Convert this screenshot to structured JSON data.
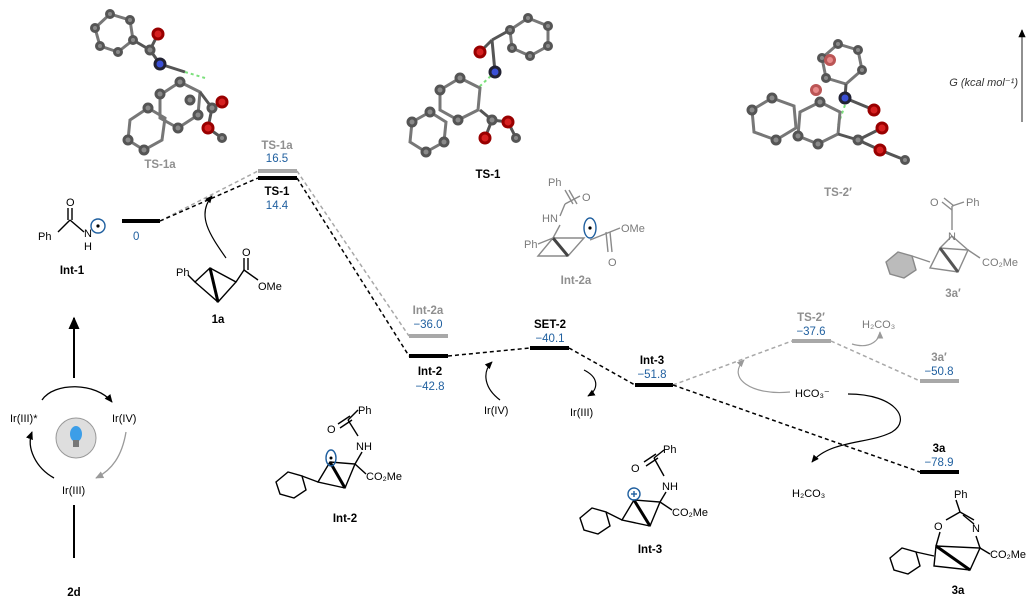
{
  "axis": {
    "label": "G (kcal mol⁻¹)"
  },
  "levels": {
    "int1": {
      "value": "0"
    },
    "ts1a": {
      "name": "TS-1a",
      "value": "16.5"
    },
    "ts1": {
      "name": "TS-1",
      "value": "14.4"
    },
    "int2a": {
      "name": "Int-2a",
      "value": "−36.0"
    },
    "int2": {
      "name": "Int-2",
      "value": "−42.8"
    },
    "set2": {
      "name": "SET-2",
      "value": "−40.1"
    },
    "int3": {
      "name": "Int-3",
      "value": "−51.8"
    },
    "ts2p": {
      "name": "TS-2′",
      "value": "−37.6"
    },
    "a3p": {
      "name": "3a′",
      "value": "−50.8"
    },
    "a3": {
      "name": "3a",
      "value": "−78.9"
    }
  },
  "captions": {
    "ts1a_struct": "TS-1a",
    "ts1_struct": "TS-1",
    "ts2p_struct": "TS-2′",
    "int1": "Int-1",
    "sub1a": "1a",
    "int2a": "Int-2a",
    "int2": "Int-2",
    "int3": "Int-3",
    "a3p": "3a′",
    "a3": "3a",
    "cat2d": "2d"
  },
  "reagents": {
    "ir4_set": "Ir(IV)",
    "ir3_set": "Ir(III)",
    "hco3": "HCO₃⁻",
    "h2co3_upper": "H₂CO₃",
    "h2co3_lower": "H₂CO₃"
  },
  "cycle": {
    "ir3_star": "Ir(III)*",
    "ir4": "Ir(IV)",
    "ir3": "Ir(III)"
  },
  "atoms": {
    "ph": "Ph",
    "o": "O",
    "h": "H",
    "n": "N",
    "hn": "HN",
    "nh": "NH",
    "ome": "OMe",
    "co2me": "CO₂Me"
  }
}
